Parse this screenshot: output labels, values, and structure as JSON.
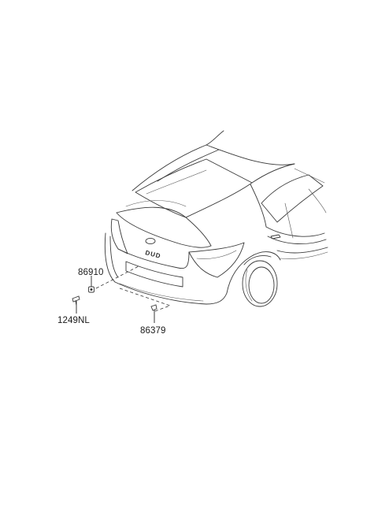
{
  "diagram": {
    "parts": [
      {
        "id": "p1",
        "number": "86910"
      },
      {
        "id": "p2",
        "number": "1249NL"
      },
      {
        "id": "p3",
        "number": "86379"
      }
    ],
    "trunk_badge": "DUD"
  }
}
